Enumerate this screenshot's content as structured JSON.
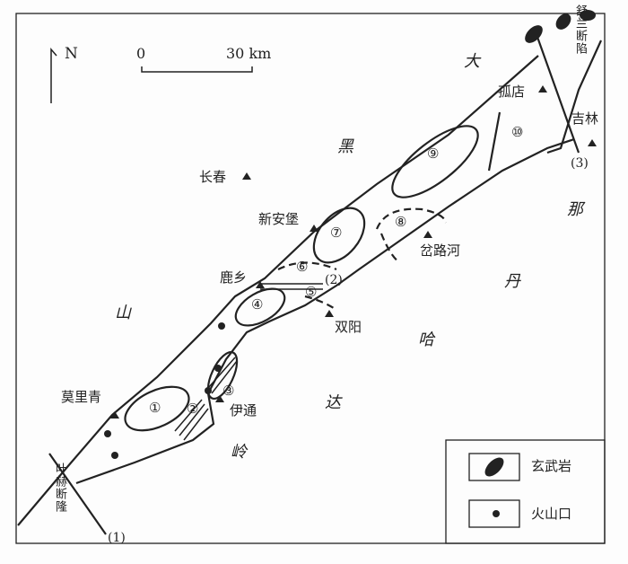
{
  "north": "N",
  "scale": {
    "zero": "0",
    "distance": "30 km"
  },
  "regions": [
    "大",
    "黑",
    "那",
    "丹",
    "山",
    "哈",
    "达",
    "岭"
  ],
  "faults": {
    "shulan": "舒兰断陷",
    "yehe": "叶赫断隆",
    "f1": "(1)",
    "f2": "(2)",
    "f3": "(3)"
  },
  "cities": [
    "孤店",
    "吉林",
    "长春",
    "新安堡",
    "岔路河",
    "鹿乡",
    "双阳",
    "伊通",
    "莫里青"
  ],
  "units": [
    "①",
    "②",
    "③",
    "④",
    "⑤",
    "⑥",
    "⑦",
    "⑧",
    "⑨",
    "⑩"
  ],
  "legend": {
    "basalt": "玄武岩",
    "vent": "火山口"
  }
}
